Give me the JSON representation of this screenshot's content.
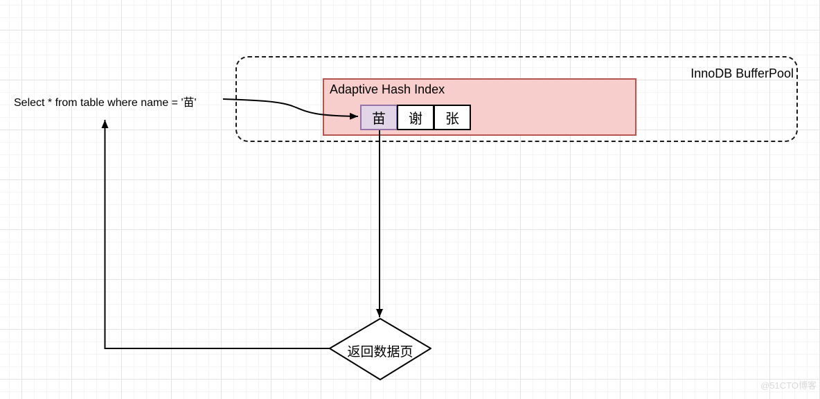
{
  "diagram": {
    "query_label": "Select * from table where name = '苗'",
    "bufferpool": {
      "label": "InnoDB BufferPool"
    },
    "hash_index": {
      "label": "Adaptive Hash Index"
    },
    "hash_cells": [
      {
        "label": "苗",
        "highlighted": true
      },
      {
        "label": "谢",
        "highlighted": false
      },
      {
        "label": "张",
        "highlighted": false
      }
    ],
    "decision": {
      "label": "返回数据页"
    },
    "edges": [
      {
        "name": "query-to-bucket",
        "style": "curved-arrow"
      },
      {
        "name": "bucket-to-decision",
        "style": "straight-arrow"
      },
      {
        "name": "decision-to-query",
        "style": "orthogonal-arrow"
      }
    ]
  },
  "watermark": "@51CTO博客",
  "colors": {
    "ahi_fill": "#f8cecc",
    "ahi_border": "#b85450",
    "highlight_fill": "#e1d5e7",
    "highlight_border": "#9673a6",
    "line_color": "#000000",
    "watermark_color": "#d9d9d9"
  }
}
